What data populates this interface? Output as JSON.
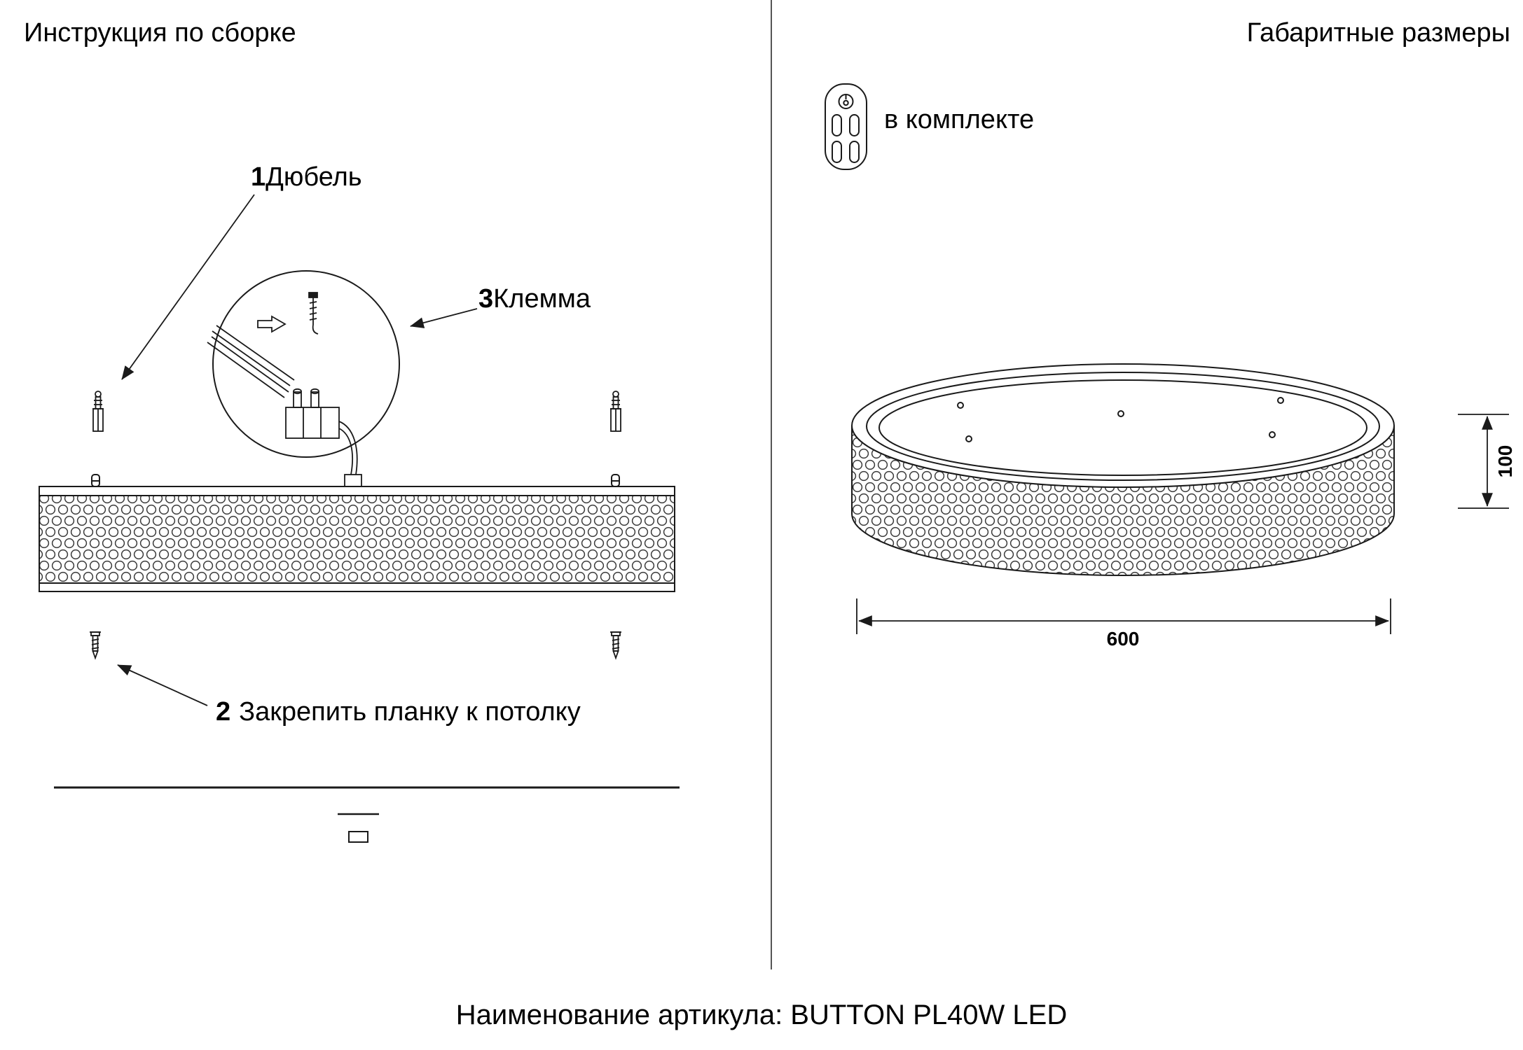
{
  "left_panel": {
    "title": "Инструкция по сборке",
    "labels": {
      "dowel": {
        "num": "1",
        "text": "Дюбель"
      },
      "terminal": {
        "num": "3",
        "text": "Клемма"
      },
      "mounting": {
        "num": "2",
        "text": "Закрепить планку к потолку"
      }
    }
  },
  "right_panel": {
    "title": "Габаритные размеры",
    "included_note": "в комплекте",
    "dimensions": {
      "height_mm": "100",
      "diameter_mm": "600"
    }
  },
  "footer": {
    "article_label": "Наименование артикула: BUTTON PL40W LED"
  },
  "colors": {
    "line": "#1a1a1a",
    "background": "#ffffff"
  }
}
